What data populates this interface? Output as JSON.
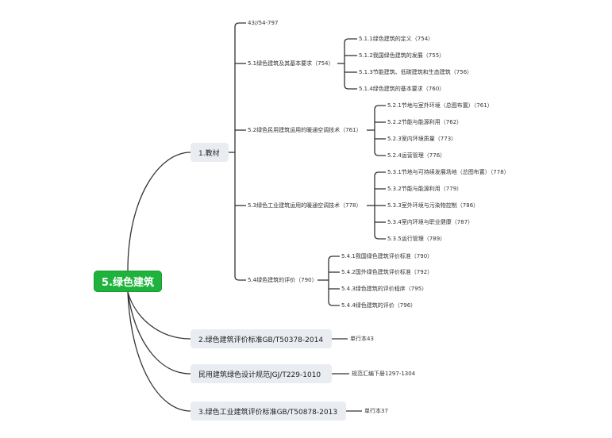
{
  "root": "5.绿色建筑",
  "textbook": {
    "label": "1.教材",
    "page_ref": "43//54-797",
    "sections": [
      {
        "label": "5.1绿色建筑及其基本要求（754）",
        "items": [
          "5.1.1绿色建筑的定义（754）",
          "5.1.2我国绿色建筑的发展（755）",
          "5.1.3节能建筑、低碳建筑和生态建筑（756）",
          "5.1.4绿色建筑的基本要求（760）"
        ]
      },
      {
        "label": "5.2绿色民用建筑运用的暖通空调技术（761）",
        "items": [
          "5.2.1节地与室外环境（总图布置）（761）",
          "5.2.2节能与能源利用（762）",
          "5.2.3室内环境质量（773）",
          "5.2.4运营管理（776）"
        ]
      },
      {
        "label": "5.3绿色工业建筑运用的暖通空调技术（778）",
        "items": [
          "5.3.1节地与可持续发展场地（总图布置）（778）",
          "5.3.2节能与能源利用（779）",
          "5.3.3室外环境与污染物控制（786）",
          "5.3.4室内环境与职业健康（787）",
          "5.3.5运行管理（789）"
        ]
      },
      {
        "label": "5.4绿色建筑的评价（790）",
        "items": [
          "5.4.1我国绿色建筑评价标准（790）",
          "5.4.2国外绿色建筑评价标准（792）",
          "5.4.3绿色建筑的评价程序（795）",
          "5.4.4绿色建筑的评价（796）"
        ]
      }
    ]
  },
  "standards": [
    {
      "label": "2.绿色建筑评价标准GB/T50378-2014",
      "note": "单行本43"
    },
    {
      "label": "民用建筑绿色设计规范JGJ/T229-1010",
      "note": "规范汇编下册1297-1304"
    },
    {
      "label": "3.绿色工业建筑评价标准GB/T50878-2013",
      "note": "单行本37"
    }
  ]
}
